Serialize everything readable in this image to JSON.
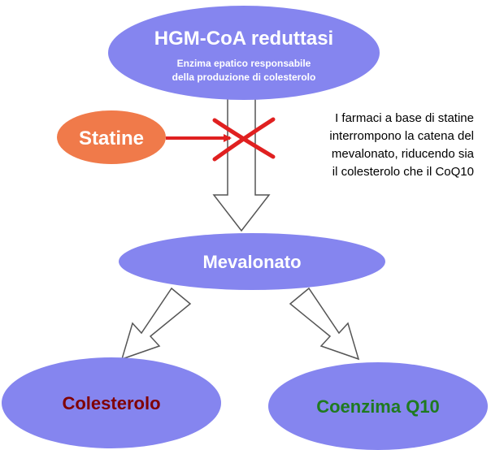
{
  "nodes": {
    "enzyme": {
      "title": "HGM-CoA reduttasi",
      "subtitle_line1": "Enzima epatico responsabile",
      "subtitle_line2": "della produzione di colesterolo"
    },
    "statins": {
      "label": "Statine"
    },
    "mevalonate": {
      "label": "Mevalonato"
    },
    "cholesterol": {
      "label": "Colesterolo"
    },
    "coq10": {
      "label": "Coenzima Q10"
    }
  },
  "note": {
    "line1": "I farmaci a base di statine",
    "line2": "interrompono la catena del",
    "line3": "mevalonato, riducendo sia",
    "line4": "il colesterolo che il CoQ10"
  },
  "colors": {
    "node_fill": "#8585ef",
    "statins_fill": "#f07a4a",
    "block_red": "#e02020",
    "cholesterol_text": "#800000",
    "coq10_text": "#1f7a1f",
    "white_text": "#ffffff",
    "note_text": "#000000"
  }
}
